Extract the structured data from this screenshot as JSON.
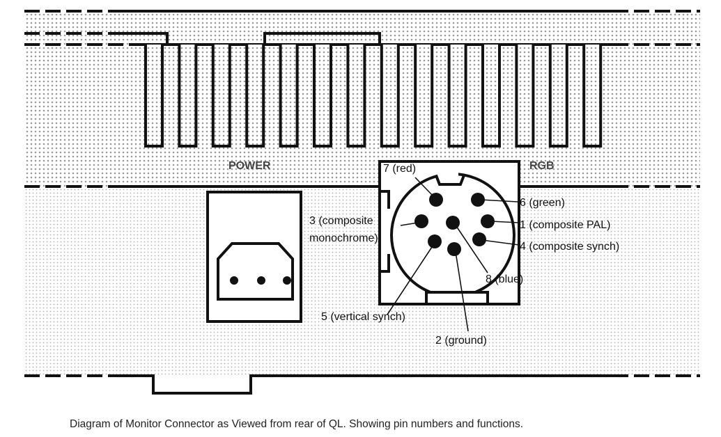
{
  "labels": {
    "power": "POWER",
    "rgb": "RGB",
    "pin7": "7 (red)",
    "pin6": "6 (green)",
    "pin3a": "3 (composite",
    "pin3b": "monochrome)",
    "pin1": "1 (composite PAL)",
    "pin4": "4 (composite synch)",
    "pin8": "8 (blue)",
    "pin5": "5 (vertical synch)",
    "pin2": "2 (ground)"
  },
  "caption": "Diagram of Monitor Connector as Viewed from rear of QL. Showing pin numbers and functions.",
  "colors": {
    "ink": "#111111",
    "dots": "#9a9a9a"
  }
}
